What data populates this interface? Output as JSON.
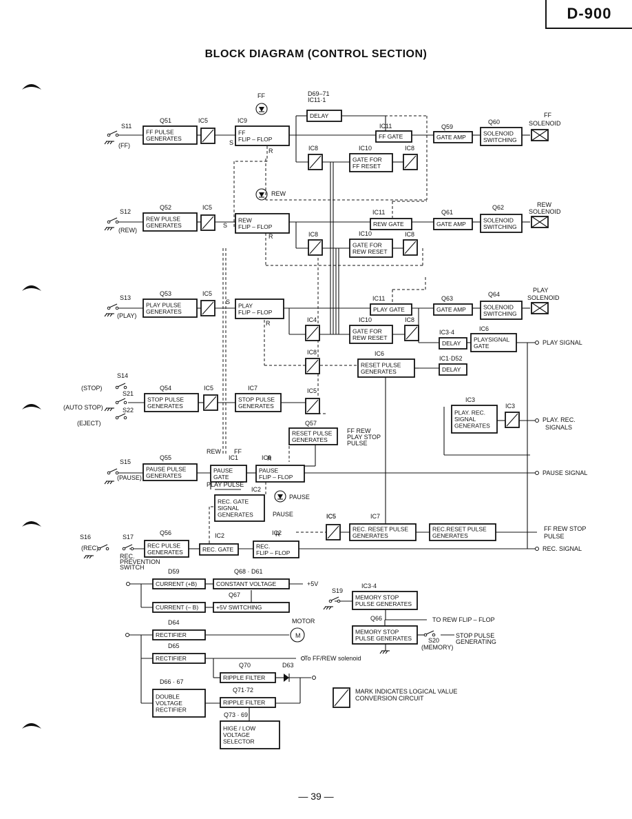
{
  "header": {
    "model_tag": "D-900",
    "title": "BLOCK DIAGRAM (CONTROL SECTION)",
    "page_number": "— 39 —"
  },
  "blocks": [
    {
      "id": "ff-pulse-gen",
      "ref": "Q51",
      "lines": [
        "FF PULSE",
        "GENERATES"
      ]
    },
    {
      "id": "ff-flip-flop",
      "ref": "IC9",
      "lines": [
        "FF",
        "FLIP – FLOP"
      ]
    },
    {
      "id": "delay-top",
      "ref": "D69–71\nIC11·1",
      "lines": [
        "DELAY"
      ]
    },
    {
      "id": "ff-gate",
      "ref": "IC11",
      "lines": [
        "FF GATE"
      ]
    },
    {
      "id": "gate-ff-reset",
      "ref": "IC10",
      "lines": [
        "GATE FOR",
        "FF RESET"
      ]
    },
    {
      "id": "gate-amp-ff",
      "ref": "Q59",
      "lines": [
        "GATE AMP"
      ]
    },
    {
      "id": "sol-sw-ff",
      "ref": "Q60",
      "lines": [
        "SOLENOID",
        "SWITCHING"
      ]
    },
    {
      "id": "rew-pulse-gen",
      "ref": "Q52",
      "lines": [
        "REW PULSE",
        "GENERATES"
      ]
    },
    {
      "id": "rew-flip-flop",
      "ref": "",
      "lines": [
        "REW",
        "FLIP – FLOP"
      ]
    },
    {
      "id": "rew-gate",
      "ref": "IC11",
      "lines": [
        "REW GATE"
      ]
    },
    {
      "id": "gate-rew-reset",
      "ref": "IC10",
      "lines": [
        "GATE FOR",
        "REW RESET"
      ]
    },
    {
      "id": "gate-amp-rew",
      "ref": "Q61",
      "lines": [
        "GATE AMP"
      ]
    },
    {
      "id": "sol-sw-rew",
      "ref": "Q62",
      "lines": [
        "SOLENOID",
        "SWITCHING"
      ]
    },
    {
      "id": "play-pulse-gen",
      "ref": "Q53",
      "lines": [
        "PLAY PULSE",
        "GENERATES"
      ]
    },
    {
      "id": "play-flip-flop",
      "ref": "",
      "lines": [
        "PLAY",
        "FLIP – FLOP"
      ]
    },
    {
      "id": "play-gate",
      "ref": "IC11",
      "lines": [
        "PLAY GATE"
      ]
    },
    {
      "id": "gate-rew-reset-2",
      "ref": "IC10",
      "lines": [
        "GATE FOR",
        "REW RESET"
      ]
    },
    {
      "id": "gate-amp-play",
      "ref": "Q63",
      "lines": [
        "GATE AMP"
      ]
    },
    {
      "id": "sol-sw-play",
      "ref": "Q64",
      "lines": [
        "SOLENOID",
        "SWITCHING"
      ]
    },
    {
      "id": "delay-ic3",
      "ref": "IC3·4",
      "lines": [
        "DELAY"
      ]
    },
    {
      "id": "play-signal-gate",
      "ref": "IC6",
      "lines": [
        "PLAYSIGNAL",
        "GATE"
      ]
    },
    {
      "id": "delay-ic1",
      "ref": "IC1·D52",
      "lines": [
        "DELAY"
      ]
    },
    {
      "id": "reset-pulse-gen",
      "ref": "IC6",
      "lines": [
        "RESET PULSE",
        "GENERATES"
      ]
    },
    {
      "id": "stop-pulse-gen",
      "ref": "Q54",
      "lines": [
        "STOP PULSE",
        "GENERATES"
      ]
    },
    {
      "id": "stop-pulse-gen-2",
      "ref": "IC7",
      "lines": [
        "STOP PULSE",
        "GENERATES"
      ]
    },
    {
      "id": "play-rec-signal-gen",
      "ref": "IC3",
      "lines": [
        "PLAY. REC.",
        "SIGNAL",
        "GENERATES"
      ]
    },
    {
      "id": "reset-pulse-gen-2",
      "ref": "Q57",
      "lines": [
        "RESET PULSE",
        "GENERATES"
      ]
    },
    {
      "id": "pause-pulse-gen",
      "ref": "Q55",
      "lines": [
        "PAUSE PULSE",
        "GENERATES"
      ]
    },
    {
      "id": "pause-gate",
      "ref": "IC1",
      "lines": [
        "PAUSE",
        "GATE"
      ]
    },
    {
      "id": "pause-flip-flop",
      "ref": "IC6",
      "lines": [
        "PAUSE",
        "FLIP – FLOP"
      ]
    },
    {
      "id": "rec-gate-signal-gen",
      "ref": "IC2",
      "lines": [
        "REC. GATE",
        "SIGNAL",
        "GENERATES"
      ]
    },
    {
      "id": "rec-reset-pulse-gen",
      "ref": "IC7",
      "lines": [
        "REC. RESET PULSE",
        "GENERATES"
      ]
    },
    {
      "id": "rec-reset-pulse-gen-2",
      "ref": "",
      "lines": [
        "REC.RESET PULSE",
        "GENERATES"
      ]
    },
    {
      "id": "rec-pulse-gen",
      "ref": "Q56",
      "lines": [
        "REC PULSE",
        "GENERATES"
      ]
    },
    {
      "id": "rec-gate",
      "ref": "IC2",
      "lines": [
        "REC. GATE"
      ]
    },
    {
      "id": "rec-flip-flop",
      "ref": "IC2",
      "lines": [
        "REC.",
        "FLIP – FLOP"
      ]
    },
    {
      "id": "current-pb",
      "ref": "D59",
      "lines": [
        "CURRENT (+B)"
      ]
    },
    {
      "id": "constant-voltage",
      "ref": "Q68 · D61",
      "lines": [
        "CONSTANT  VOLTAGE"
      ]
    },
    {
      "id": "current-mb",
      "ref": "",
      "lines": [
        "CURRENT (– B)"
      ]
    },
    {
      "id": "sw-5v",
      "ref": "Q67",
      "lines": [
        "+5V  SWITCHING"
      ]
    },
    {
      "id": "memory-stop-1",
      "ref": "IC3·4",
      "lines": [
        "MEMORY  STOP",
        "PULSE GENERATES"
      ]
    },
    {
      "id": "memory-stop-2",
      "ref": "Q66",
      "lines": [
        "MEMORY  STOP",
        "PULSE GENERATES"
      ]
    },
    {
      "id": "rectifier-1",
      "ref": "D64",
      "lines": [
        "RECTIFIER"
      ]
    },
    {
      "id": "rectifier-2",
      "ref": "D65",
      "lines": [
        "RECTIFIER"
      ]
    },
    {
      "id": "ripple-1",
      "ref": "Q70",
      "lines": [
        "RIPPLE FILTER"
      ]
    },
    {
      "id": "double-voltage",
      "ref": "D66 · 67",
      "lines": [
        "DOUBLE",
        "VOLTAGE",
        "RECTIFIER"
      ]
    },
    {
      "id": "ripple-2",
      "ref": "Q71·72",
      "lines": [
        "RIPPLE FILTER"
      ]
    },
    {
      "id": "hige-low",
      "ref": "Q73 · 69",
      "lines": [
        "HIGE / LOW",
        "VOLTAGE",
        "SELECTOR"
      ]
    }
  ],
  "labels": [
    {
      "id": "ff-top",
      "text": "FF"
    },
    {
      "id": "d63",
      "text": "D63"
    },
    {
      "id": "ic5-1",
      "text": "IC5"
    },
    {
      "id": "ic5-2",
      "text": "IC5"
    },
    {
      "id": "ic5-3",
      "text": "IC5"
    },
    {
      "id": "ic5-4",
      "text": "IC5"
    },
    {
      "id": "ic5-5",
      "text": "IC5"
    },
    {
      "id": "ic5-6",
      "text": "IC5"
    },
    {
      "id": "ic5-rec",
      "text": "IC5"
    },
    {
      "id": "ic8-1",
      "text": "IC8"
    },
    {
      "id": "ic8-2",
      "text": "IC8"
    },
    {
      "id": "ic8-3",
      "text": "IC8"
    },
    {
      "id": "ic8-4",
      "text": "IC8"
    },
    {
      "id": "ic8-5",
      "text": "IC8"
    },
    {
      "id": "ic8-6",
      "text": "IC8"
    },
    {
      "id": "ic4",
      "text": "IC4"
    },
    {
      "id": "ic3b",
      "text": "IC3"
    },
    {
      "id": "s11",
      "text": "S11"
    },
    {
      "id": "s11-ff",
      "text": "(FF)"
    },
    {
      "id": "s12",
      "text": "S12"
    },
    {
      "id": "s12-rew",
      "text": "(REW)"
    },
    {
      "id": "s13",
      "text": "S13"
    },
    {
      "id": "s13-play",
      "text": "(PLAY)"
    },
    {
      "id": "s14",
      "text": "S14"
    },
    {
      "id": "stop",
      "text": "(STOP)"
    },
    {
      "id": "s21",
      "text": "S21"
    },
    {
      "id": "auto-stop",
      "text": "(AUTO STOP)"
    },
    {
      "id": "s22",
      "text": "S22"
    },
    {
      "id": "eject",
      "text": "(EJECT)"
    },
    {
      "id": "s15",
      "text": "S15"
    },
    {
      "id": "s15-pause",
      "text": "(PAUSE)"
    },
    {
      "id": "s16",
      "text": "S16"
    },
    {
      "id": "s17",
      "text": "S17"
    },
    {
      "id": "rec-paren",
      "text": "(REC)"
    },
    {
      "id": "rec-prev-1",
      "text": "REC."
    },
    {
      "id": "rec-prev-2",
      "text": "PREVENTION"
    },
    {
      "id": "rec-prev-3",
      "text": "SWITCH"
    },
    {
      "id": "s19",
      "text": "S19"
    },
    {
      "id": "s20",
      "text": "S20"
    },
    {
      "id": "memory",
      "text": "(MEMORY)"
    },
    {
      "id": "s-rew",
      "text": "S"
    },
    {
      "id": "s-play",
      "text": "S"
    },
    {
      "id": "s-ff",
      "text": "S"
    },
    {
      "id": "r-ff",
      "text": "R"
    },
    {
      "id": "r-rew",
      "text": "R"
    },
    {
      "id": "r-play",
      "text": "R"
    },
    {
      "id": "r-pause",
      "text": "R"
    },
    {
      "id": "r-rec",
      "text": "R"
    },
    {
      "id": "rew-led",
      "text": "REW"
    },
    {
      "id": "pause-led",
      "text": "PAUSE"
    },
    {
      "id": "ff-sol-1",
      "text": "FF"
    },
    {
      "id": "ff-sol-2",
      "text": "SOLENOID"
    },
    {
      "id": "rew-sol-1",
      "text": "REW"
    },
    {
      "id": "rew-sol-2",
      "text": "SOLENOID"
    },
    {
      "id": "play-sol-1",
      "text": "PLAY"
    },
    {
      "id": "play-sol-2",
      "text": "SOLENOID"
    },
    {
      "id": "play-signal",
      "text": "PLAY SIGNAL"
    },
    {
      "id": "play-rec-signals-1",
      "text": "PLAY. REC."
    },
    {
      "id": "play-rec-signals-2",
      "text": "SIGNALS"
    },
    {
      "id": "pause-signal",
      "text": "PAUSE SIGNAL"
    },
    {
      "id": "ff-rew-stop-1",
      "text": "FF REW STOP"
    },
    {
      "id": "ff-rew-stop-2",
      "text": "PULSE"
    },
    {
      "id": "rec-signal",
      "text": "REC. SIGNAL"
    },
    {
      "id": "ff-rew-play-1",
      "text": "FF  REW"
    },
    {
      "id": "ff-rew-play-2",
      "text": "PLAY STOP"
    },
    {
      "id": "ff-rew-play-3",
      "text": "PULSE"
    },
    {
      "id": "rew-ff-1",
      "text": "REW"
    },
    {
      "id": "rew-ff-2",
      "text": "FF"
    },
    {
      "id": "play-pulse",
      "text": "PLAY PULSE"
    },
    {
      "id": "pause-under",
      "text": "PAUSE"
    },
    {
      "id": "plus5v",
      "text": "+5V"
    },
    {
      "id": "motor",
      "text": "MOTOR"
    },
    {
      "id": "motor-m",
      "text": "M"
    },
    {
      "id": "to-ff-rew",
      "text": "To FF/REW solenoid"
    },
    {
      "id": "to-rew-ff",
      "text": "TO REW FLIP – FLOP"
    },
    {
      "id": "stop-pulse-gen-1",
      "text": "STOP  PULSE"
    },
    {
      "id": "stop-pulse-gen-2",
      "text": "GENERATING"
    },
    {
      "id": "legend-1",
      "text": "MARK INDICATES LOGICAL VALUE"
    },
    {
      "id": "legend-2",
      "text": "CONVERSION  CIRCUIT"
    }
  ]
}
